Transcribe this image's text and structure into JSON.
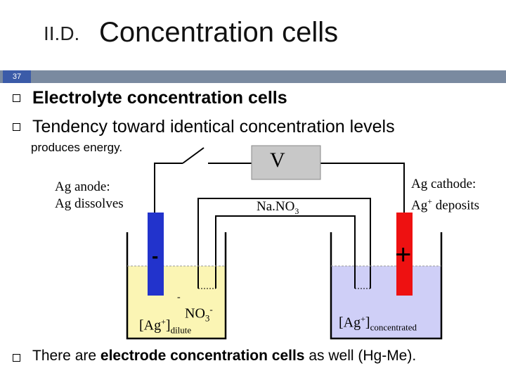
{
  "header": {
    "prefix": "II.D.",
    "title": "Concentration cells",
    "slide_number": "37"
  },
  "bullets": [
    {
      "text": "Electrolyte concentration cells",
      "bold": true
    },
    {
      "text": "Tendency toward identical concentration levels",
      "bold": false
    }
  ],
  "subtext": "produces energy.",
  "diagram": {
    "voltmeter": "V",
    "anode_line1": "Ag anode:",
    "anode_line2": "Ag dissolves",
    "cathode_line1": "Ag cathode:",
    "cathode_line2_pre": "Ag",
    "cathode_line2_sup": "+",
    "cathode_line2_post": " deposits",
    "salt_bridge_main": "Na.NO",
    "salt_bridge_sub": "3",
    "anode_sign": "-",
    "cathode_sign": "+",
    "minus_small": "-",
    "nitrate_main": "NO",
    "nitrate_sub": "3",
    "nitrate_sup": "-",
    "left_conc_main": "[Ag",
    "left_conc_sup": "+",
    "left_conc_close": "]",
    "left_conc_sub": "dilute",
    "right_conc_main": "[Ag",
    "right_conc_sup": "+",
    "right_conc_close": "]",
    "right_conc_sub": "concentrated",
    "colors": {
      "left_solution": "#fbf5b4",
      "right_solution": "#cfcff7",
      "anode": "#2233cc",
      "cathode": "#ee1111",
      "voltmeter": "#c8c8c8"
    }
  },
  "footer": {
    "pre": "There are ",
    "bold": "electrode concentration cells",
    "post": " as well (Hg-Me)."
  }
}
